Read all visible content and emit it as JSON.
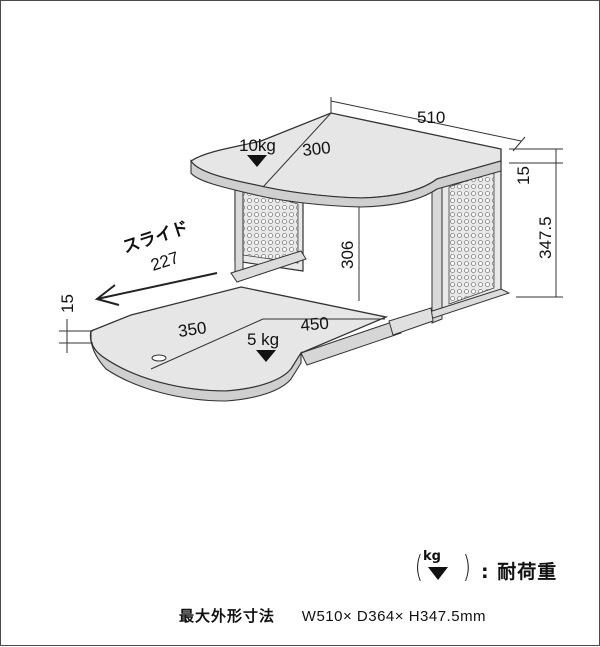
{
  "dimensions": {
    "width": "510",
    "top_depth": "300",
    "top_thickness": "15",
    "height": "347.5",
    "inner_height": "306",
    "slide_distance": "227",
    "bottom_thickness": "15",
    "bottom_depth": "350",
    "bottom_width": "450"
  },
  "loads": {
    "top": "10kg",
    "bottom": "5 kg"
  },
  "slide_label": "スライド",
  "legend": {
    "unit": "kg",
    "label": ": 耐荷重"
  },
  "spec": {
    "label": "最大外形寸法",
    "value": "W510× D364× H347.5mm"
  }
}
